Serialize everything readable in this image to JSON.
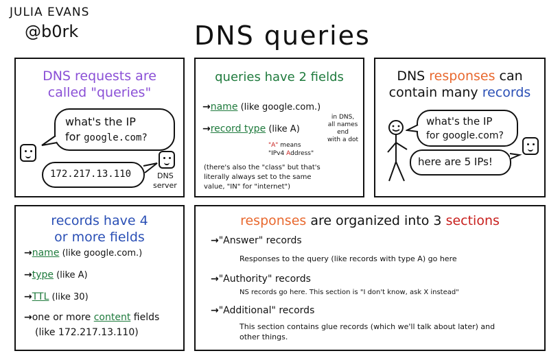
{
  "colors": {
    "purple": "#8a4fd6",
    "green": "#1e7a3c",
    "blue": "#2a4fb5",
    "orange": "#e8682e",
    "red": "#c8201e",
    "ink": "#111111"
  },
  "author": {
    "name": "JULIA EVANS",
    "handle": "@b0rk"
  },
  "title": "DNS queries",
  "panel1": {
    "heading_line1": "DNS requests are",
    "heading_line2": "called \"queries\"",
    "bubble_line1": "what's the IP",
    "bubble_line2_prefix": "for ",
    "bubble_domain": "google.com?",
    "ip": "172.217.13.110",
    "server_label_line1": "DNS",
    "server_label_line2": "server"
  },
  "panel2": {
    "heading": "queries have 2 fields",
    "arrow": "→",
    "name_label": "name",
    "name_rest": " (like google.com.)",
    "record_type_label": "record type",
    "record_type_rest": " (like A)",
    "note_dns_line1": "in DNS,",
    "note_dns_line2": "all names",
    "note_dns_line3": "end",
    "note_dns_line4": "with a dot",
    "note_a_quote": "\"A\"",
    "note_a_means": " means",
    "note_ipv4_q": "\"",
    "note_ipv4_i": "IPv4",
    "note_ipv4_a": "A",
    "note_ipv4_rest": "ddress\"",
    "footnote_line1": "(there's also the \"class\" but that's",
    "footnote_line2": "literally always set to the same",
    "footnote_line3": "value, \"IN\" for \"internet\")"
  },
  "panel3": {
    "heading_dns": "DNS ",
    "heading_responses": "responses",
    "heading_can": " can",
    "heading_contain": "contain many ",
    "heading_records": "records",
    "bubble1_line1": "what's the IP",
    "bubble1_line2": "for google.com?",
    "bubble2": "here are 5 IPs!"
  },
  "panel4": {
    "heading_line1": "records have 4",
    "heading_line2": "or more fields",
    "arrow": "→",
    "items": [
      {
        "label": "name",
        "rest": " (like google.com.)"
      },
      {
        "label": "type",
        "rest": " (like A)"
      },
      {
        "label": "TTL",
        "rest": " (like 30)"
      },
      {
        "pre": "one or more ",
        "label": "content",
        "rest": " fields"
      }
    ],
    "last_line": "(like 172.217.13.110)"
  },
  "panel5": {
    "heading_responses": "responses",
    "heading_mid": " are organized into 3 ",
    "heading_sections": "sections",
    "arrow": "→",
    "sections": [
      {
        "title": "\"Answer\" records",
        "desc": "Responses to the query (like records with type A) go here"
      },
      {
        "title": "\"Authority\" records",
        "desc": "NS records go here. This section is \"I don't know, ask X instead\""
      },
      {
        "title": "\"Additional\" records",
        "desc": "This section contains glue records (which we'll talk about later) and",
        "desc2": "other things."
      }
    ]
  }
}
